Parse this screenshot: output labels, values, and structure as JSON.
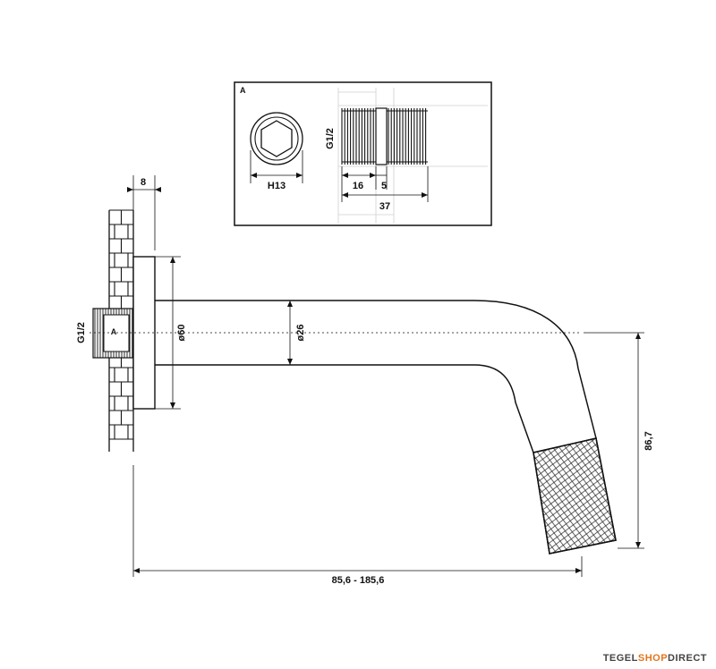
{
  "detail": {
    "tag": "A",
    "thread_label": "G1/2",
    "hex_label": "H13",
    "dims": {
      "d16": "16",
      "d5": "5",
      "d37": "37"
    }
  },
  "main": {
    "wall_thickness": "8",
    "thread_label": "G1/2",
    "detail_ref": "A",
    "flange_diameter": "ø60",
    "spout_diameter": "ø26",
    "height": "86,7",
    "length": "85,6 - 185,6"
  },
  "brand": {
    "part1": "TEGEL",
    "part2": "SHOP",
    "part3": "DIRECT"
  },
  "colors": {
    "line": "#111111",
    "brand_accent": "#e2761c"
  }
}
